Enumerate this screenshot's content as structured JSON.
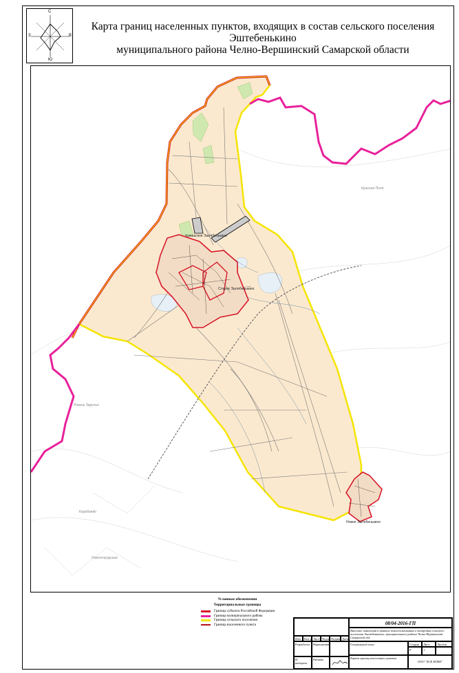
{
  "title": {
    "line1": "Карта границ населенных пунктов, входящих в состав сельского поселения Эштебенькино",
    "line2": "муниципального района Челно-Вершинский Самарской области"
  },
  "compass": {
    "north": "С",
    "south": "Ю",
    "west": "З",
    "east": "В"
  },
  "map": {
    "settlements": [
      "Чувашское Эштебенькино",
      "Старое Эштебенькино",
      "Новое Эштебенькино"
    ],
    "other_labels": [
      "Красное Поле",
      "Рязань Заручье",
      "Карабаево",
      "Новоогородская"
    ],
    "colors": {
      "terrain_fill": "#fbe9cf",
      "settlement_boundary": "#d7182a",
      "municipal_boundary": "#e8209a",
      "rural_boundary": "#f5e400",
      "forest": "#cfe8b0",
      "water": "#e7f0f6"
    }
  },
  "legend": {
    "heading": "Условные обозначения",
    "subheading": "Территориальные границы",
    "items": [
      {
        "label": "Граница субъекта Российской Федерации",
        "color": "#d7182a"
      },
      {
        "label": "Граница муниципального района",
        "color": "#e8209a"
      },
      {
        "label": "Граница сельского поселения",
        "color": "#f5e400"
      },
      {
        "label": "Граница населенного пункта",
        "color": "#b5121b"
      }
    ]
  },
  "stamp": {
    "code": "08/04-2016-ГП",
    "project": "Внесение изменений в правила землепользования и застройки сельского поселения Эштебенькино, муниципального района Челно-Вершинский Самарской обл.",
    "headers": [
      "Изм",
      "Кол.уч",
      "Лист",
      "№док",
      "Подпись",
      "Дата"
    ],
    "stage_label": "Стадия",
    "sheet_label": "Лист",
    "sheets_label": "Листов",
    "stage_value": "Р",
    "sheet_value": "1",
    "plan": "Генеральный план",
    "drawing": "Карта границ населенных пунктов",
    "company": "ООО \"АСК НОВА\"",
    "role1": "Разработал",
    "name1": "Верещагина",
    "role2": "Н. контроль",
    "name2": "Рябаева"
  }
}
